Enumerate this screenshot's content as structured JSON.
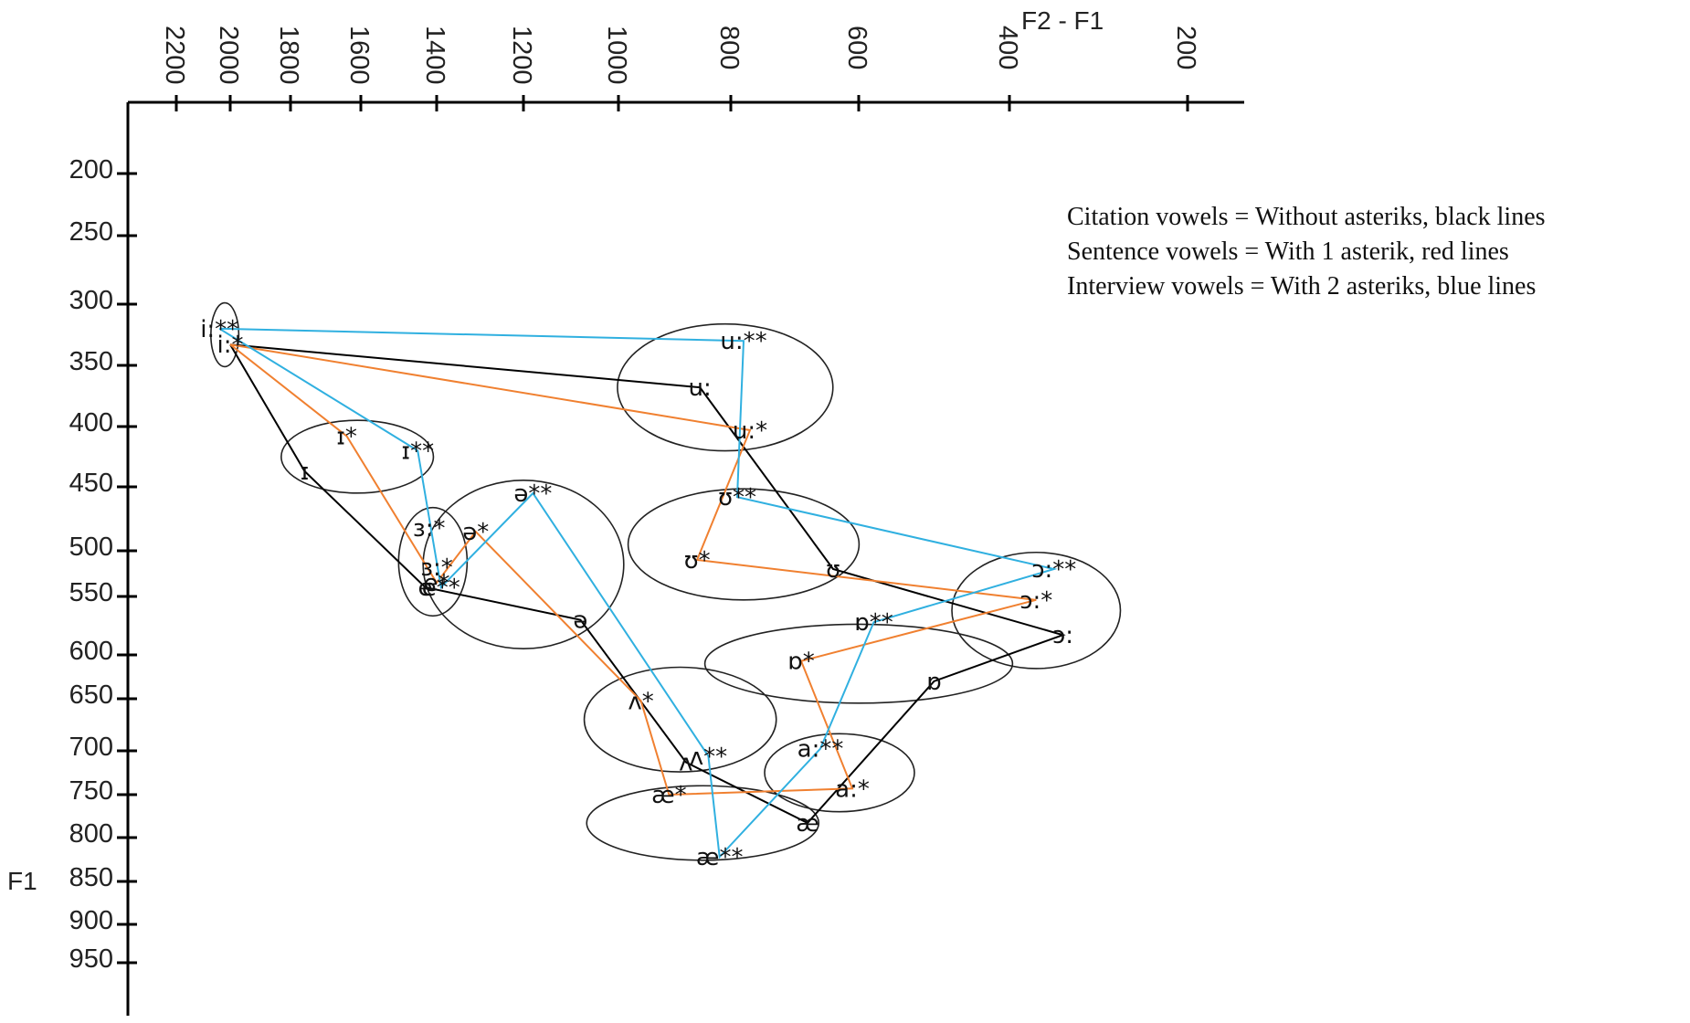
{
  "chart_data": {
    "type": "scatter",
    "x_axis": {
      "title": "F2 - F1",
      "ticks": [
        2200,
        2000,
        1800,
        1600,
        1400,
        1200,
        1000,
        800,
        600,
        400,
        200
      ],
      "reversed": true
    },
    "y_axis": {
      "title": "F1",
      "ticks": [
        200,
        250,
        300,
        350,
        400,
        450,
        500,
        550,
        600,
        650,
        700,
        750,
        800,
        850,
        900,
        950
      ]
    },
    "legend": [
      "Citation vowels   = Without asteriks, black lines",
      "Sentence vowels = With 1 asterik, red lines",
      "Interview vowels = With 2 asteriks, blue lines"
    ],
    "legend_position": "top-right",
    "grid": false,
    "colors": {
      "citation": "#000000",
      "sentence": "#f08030",
      "interview": "#30b0e0"
    },
    "points": [
      {
        "label": "i:**",
        "x": 2040,
        "y": 320
      },
      {
        "label": "i:*",
        "x": 2000,
        "y": 333
      },
      {
        "label": "ɪ",
        "x": 1760,
        "y": 437
      },
      {
        "label": "ɪ*",
        "x": 1640,
        "y": 408
      },
      {
        "label": "ɪ**",
        "x": 1450,
        "y": 420
      },
      {
        "label": "ɜ:*",
        "x": 1420,
        "y": 482
      },
      {
        "label": "ɜ:*",
        "x": 1400,
        "y": 518
      },
      {
        "label": "e",
        "x": 1430,
        "y": 540
      },
      {
        "label": "e*",
        "x": 1400,
        "y": 535
      },
      {
        "label": "e**",
        "x": 1390,
        "y": 540
      },
      {
        "label": "ə**",
        "x": 1180,
        "y": 455
      },
      {
        "label": "ə*",
        "x": 1310,
        "y": 485
      },
      {
        "label": "ə",
        "x": 1080,
        "y": 570
      },
      {
        "label": "u:**",
        "x": 780,
        "y": 330
      },
      {
        "label": "u:",
        "x": 855,
        "y": 368
      },
      {
        "label": "u:*",
        "x": 770,
        "y": 403
      },
      {
        "label": "ʊ**",
        "x": 790,
        "y": 458
      },
      {
        "label": "ʊ*",
        "x": 860,
        "y": 510
      },
      {
        "label": "ʊ",
        "x": 640,
        "y": 520
      },
      {
        "label": "ɔ:**",
        "x": 350,
        "y": 520
      },
      {
        "label": "ɔ:*",
        "x": 370,
        "y": 553
      },
      {
        "label": "ɔ:",
        "x": 340,
        "y": 583
      },
      {
        "label": "ɒ**",
        "x": 580,
        "y": 572
      },
      {
        "label": "ɒ*",
        "x": 690,
        "y": 607
      },
      {
        "label": "ɒ",
        "x": 500,
        "y": 630
      },
      {
        "label": "ʌ*",
        "x": 960,
        "y": 652
      },
      {
        "label": "ʌ**",
        "x": 840,
        "y": 706
      },
      {
        "label": "ʌ",
        "x": 880,
        "y": 713
      },
      {
        "label": "a:**",
        "x": 660,
        "y": 698
      },
      {
        "label": "a:*",
        "x": 610,
        "y": 743
      },
      {
        "label": "æ*",
        "x": 910,
        "y": 750
      },
      {
        "label": "æ",
        "x": 680,
        "y": 783
      },
      {
        "label": "æ**",
        "x": 820,
        "y": 822
      }
    ],
    "series": [
      {
        "name": "Citation vowels",
        "color": "#000000",
        "path": [
          "i:*",
          "u:",
          "ʊ",
          "ɔ:",
          "ɒ",
          "æ",
          "ʌ",
          "ə",
          "e",
          "ɪ",
          "i:*"
        ]
      },
      {
        "name": "Sentence vowels",
        "color": "#f08030",
        "path": [
          "i:*",
          "u:*",
          "ʊ*",
          "ɔ:*",
          "ɒ*",
          "a:*",
          "æ*",
          "ʌ*",
          "ə*",
          "e*",
          "ɪ*",
          "i:*"
        ]
      },
      {
        "name": "Interview vowels",
        "color": "#30b0e0",
        "path": [
          "i:**",
          "u:**",
          "ʊ**",
          "ɔ:**",
          "ɒ**",
          "a:**",
          "æ**",
          "ʌ**",
          "ə**",
          "e**",
          "ɪ**",
          "i:**"
        ]
      }
    ],
    "clusters": [
      {
        "name": "i:",
        "cx": 2020,
        "cy": 325,
        "rx": 50,
        "ry": 26
      },
      {
        "name": "u:",
        "cx": 810,
        "cy": 368,
        "rx": 180,
        "ry": 52
      },
      {
        "name": "ɪ",
        "cx": 1610,
        "cy": 425,
        "rx": 210,
        "ry": 30
      },
      {
        "name": "ɜ:",
        "cx": 1410,
        "cy": 512,
        "rx": 85,
        "ry": 50
      },
      {
        "name": "ə",
        "cx": 1200,
        "cy": 515,
        "rx": 220,
        "ry": 75
      },
      {
        "name": "ʊ",
        "cx": 780,
        "cy": 495,
        "rx": 190,
        "ry": 50
      },
      {
        "name": "ɔ:",
        "cx": 370,
        "cy": 562,
        "rx": 100,
        "ry": 57
      },
      {
        "name": "ɒ",
        "cx": 600,
        "cy": 610,
        "rx": 220,
        "ry": 40
      },
      {
        "name": "ʌ",
        "cx": 890,
        "cy": 670,
        "rx": 170,
        "ry": 55
      },
      {
        "name": "a:",
        "cx": 630,
        "cy": 725,
        "rx": 110,
        "ry": 43
      },
      {
        "name": "æ",
        "cx": 850,
        "cy": 783,
        "rx": 200,
        "ry": 43
      }
    ]
  }
}
